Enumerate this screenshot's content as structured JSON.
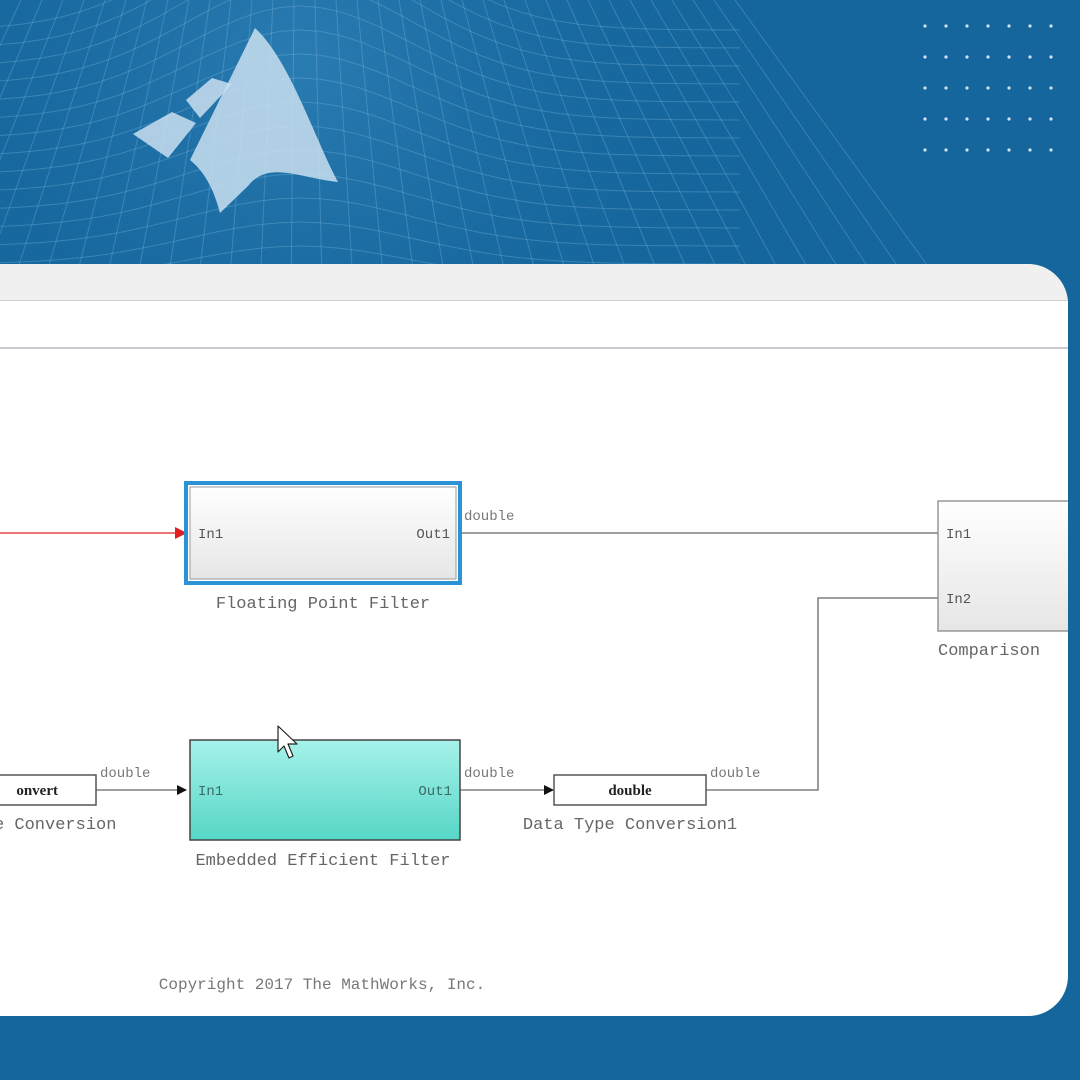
{
  "colors": {
    "background": "#15669c",
    "selection_border": "#2a93d5",
    "signal_red": "#e02020",
    "efficient_fill": "#58d8c8",
    "line": "#666666"
  },
  "icons": {
    "logo": "matlab-membrane-logo",
    "cursor": "mouse-pointer-icon"
  },
  "diagram": {
    "blocks": {
      "floating": {
        "name": "Floating Point Filter",
        "in": "In1",
        "out": "Out1"
      },
      "efficient": {
        "name": "Embedded Efficient Filter",
        "in": "In1",
        "out": "Out1"
      },
      "convert_left": {
        "text": "onvert",
        "name": "e Conversion"
      },
      "convert_right": {
        "text": "double",
        "name": "Data Type Conversion1"
      },
      "comparison": {
        "name": "Comparison",
        "in1": "In1",
        "in2": "In2"
      }
    },
    "signals": {
      "floating_out": "double",
      "convert_left_out": "double",
      "efficient_out": "double",
      "convert_right_out": "double"
    },
    "copyright": "Copyright 2017 The MathWorks, Inc."
  }
}
